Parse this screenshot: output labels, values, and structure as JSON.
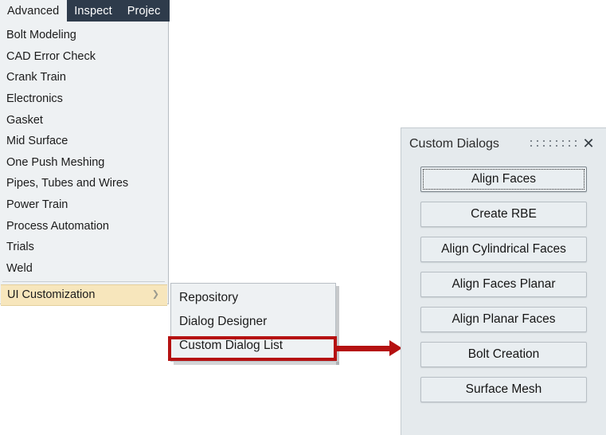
{
  "menubar": {
    "items": [
      {
        "label": "Advanced",
        "active": true
      },
      {
        "label": "Inspect",
        "active": false
      },
      {
        "label": "Projec",
        "active": false
      }
    ]
  },
  "advanced_menu": {
    "items": [
      {
        "label": "Bolt Modeling"
      },
      {
        "label": "CAD Error Check"
      },
      {
        "label": "Crank Train"
      },
      {
        "label": "Electronics"
      },
      {
        "label": "Gasket"
      },
      {
        "label": "Mid Surface"
      },
      {
        "label": "One Push Meshing"
      },
      {
        "label": "Pipes, Tubes and Wires"
      },
      {
        "label": "Power Train"
      },
      {
        "label": "Process Automation"
      },
      {
        "label": "Trials"
      },
      {
        "label": "Weld"
      }
    ],
    "highlighted_item": {
      "label": "UI Customization",
      "arrow": "❯"
    }
  },
  "submenu": {
    "items": [
      {
        "label": "Repository"
      },
      {
        "label": "Dialog Designer"
      },
      {
        "label": "Custom Dialog List"
      }
    ]
  },
  "annotation": {
    "color": "#b51111",
    "highlighted_target": "Custom Dialog List"
  },
  "dialog": {
    "title": "Custom Dialogs",
    "close_glyph": "✕",
    "buttons": [
      {
        "label": "Align Faces",
        "focused": true
      },
      {
        "label": "Create RBE",
        "focused": false
      },
      {
        "label": "Align Cylindrical Faces",
        "focused": false
      },
      {
        "label": "Align Faces Planar",
        "focused": false
      },
      {
        "label": "Align Planar Faces",
        "focused": false
      },
      {
        "label": "Bolt Creation",
        "focused": false
      },
      {
        "label": "Surface Mesh",
        "focused": false
      }
    ]
  },
  "colors": {
    "menubar_bg": "#2e3b4b",
    "menu_bg": "#eef1f3",
    "highlight_bg": "#f7e6bc",
    "panel_bg": "#e5eaed",
    "annotation_red": "#b51111"
  }
}
